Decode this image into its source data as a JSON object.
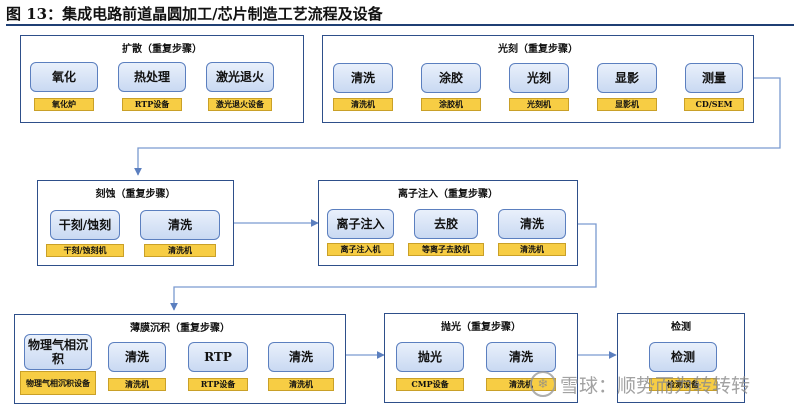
{
  "title": "图 13：集成电路前道晶圆加工/芯片制造工艺流程及设备",
  "panels": {
    "diffusion": {
      "title": "扩散（重复步骤）",
      "steps": [
        "氧化",
        "热处理",
        "激光退火"
      ],
      "equipment": [
        "氧化炉",
        "RTP设备",
        "激光退火设备"
      ]
    },
    "litho": {
      "title": "光刻（重复步骤）",
      "steps": [
        "清洗",
        "涂胶",
        "光刻",
        "显影",
        "测量"
      ],
      "equipment": [
        "清洗机",
        "涂胶机",
        "光刻机",
        "显影机",
        "CD/SEM"
      ]
    },
    "etch": {
      "title": "刻蚀（重复步骤）",
      "steps": [
        "干刻/蚀刻",
        "清洗"
      ],
      "equipment": [
        "干刻/蚀刻机",
        "清洗机"
      ]
    },
    "implant": {
      "title": "离子注入（重复步骤）",
      "steps": [
        "离子注入",
        "去胶",
        "清洗"
      ],
      "equipment": [
        "离子注入机",
        "等离子去胶机",
        "清洗机"
      ]
    },
    "thinfilm": {
      "title": "薄膜沉积（重复步骤）",
      "steps": [
        "物理气相沉积",
        "清洗",
        "RTP",
        "清洗"
      ],
      "equipment": [
        "物理气相沉积设备",
        "清洗机",
        "RTP设备",
        "清洗机"
      ]
    },
    "cmp": {
      "title": "抛光（重复步骤）",
      "steps": [
        "抛光",
        "清洗"
      ],
      "equipment": [
        "CMP设备",
        "清洗机"
      ]
    },
    "inspect": {
      "title": "检测",
      "steps": [
        "检测"
      ],
      "equipment": [
        "检测设备"
      ]
    }
  },
  "watermark": "雪球：顺势而为转转转"
}
